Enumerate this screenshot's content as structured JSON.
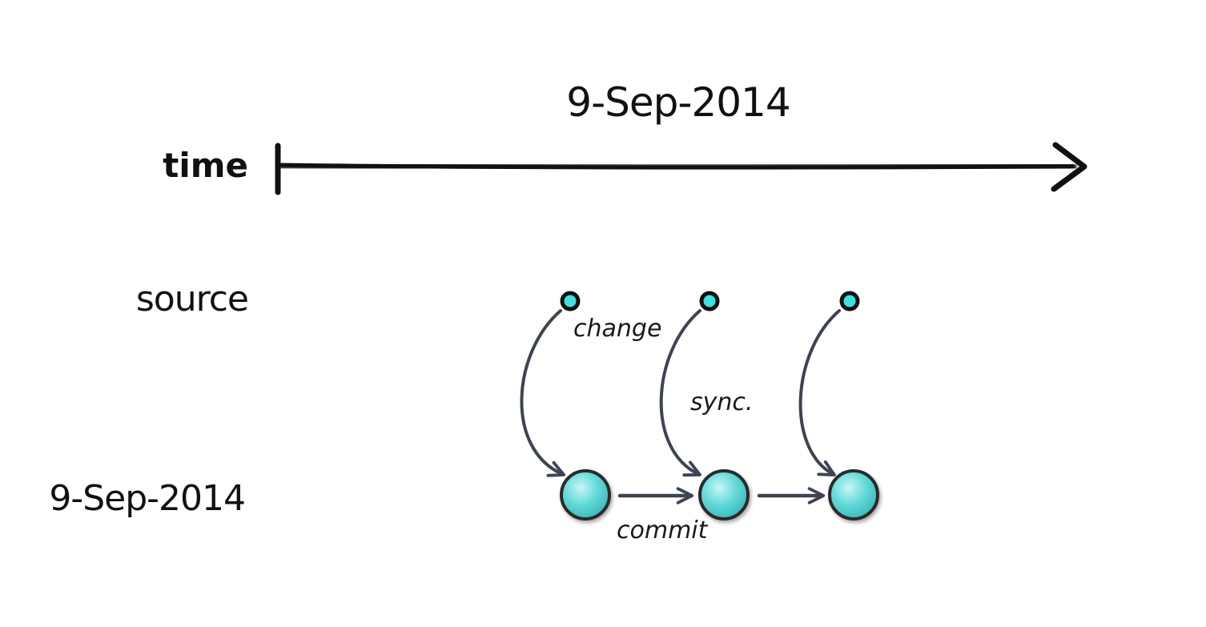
{
  "title": "9-Sep-2014",
  "axis": {
    "label": "time"
  },
  "rows": {
    "source_label": "source",
    "target_label": "9-Sep-2014"
  },
  "annotations": {
    "change": "change",
    "sync": "sync.",
    "commit": "commit"
  },
  "events": {
    "source_count": 3,
    "commit_count": 3
  },
  "colors": {
    "ink": "#111111",
    "arrow": "#3d4452",
    "dot_fill": "#3fe0e0",
    "node_fill": "#5fd6d6",
    "node_highlight": "#bff3f3",
    "track": "#c8c8c8"
  }
}
